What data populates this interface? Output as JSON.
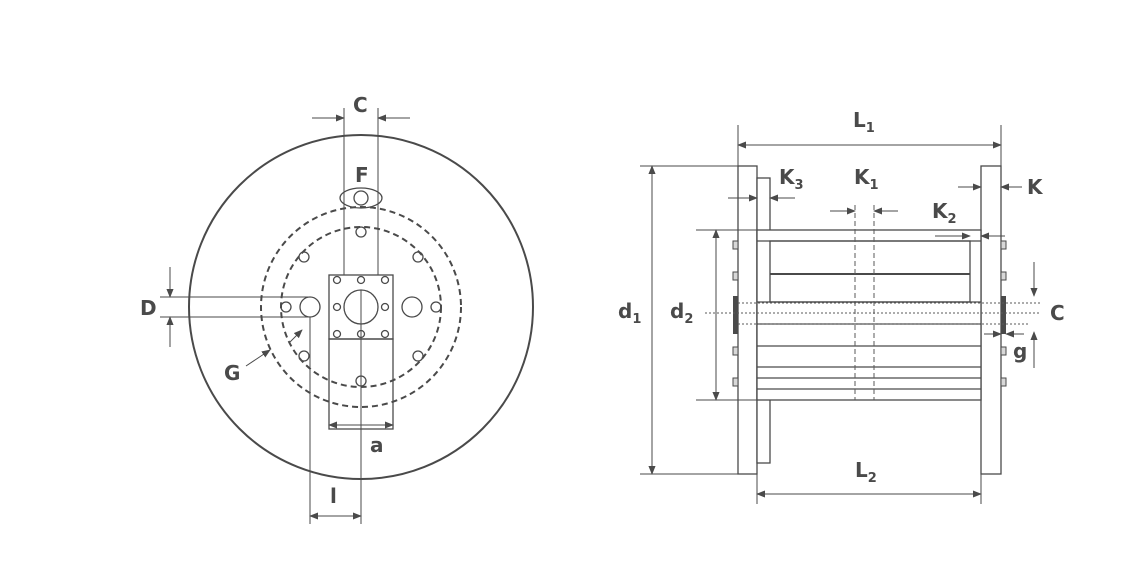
{
  "front_view": {
    "labels": {
      "C": "C",
      "F": "F",
      "D": "D",
      "G": "G",
      "a": "a",
      "l": "l"
    }
  },
  "side_view": {
    "labels": {
      "L1": "L",
      "L1_sub": "1",
      "L2": "L",
      "L2_sub": "2",
      "K": "K",
      "K1": "K",
      "K1_sub": "1",
      "K2": "K",
      "K2_sub": "2",
      "K3": "K",
      "K3_sub": "3",
      "d1": "d",
      "d1_sub": "1",
      "d2": "d",
      "d2_sub": "2",
      "C": "C",
      "g": "g"
    }
  },
  "colors": {
    "line": "#4a4a4a",
    "background": "#ffffff"
  }
}
